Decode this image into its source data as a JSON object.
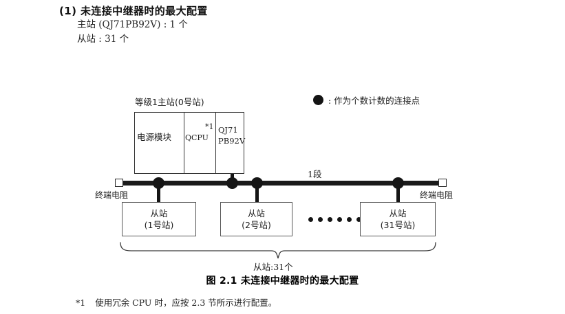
{
  "heading": {
    "title": "(1) 未连接中继器时的最大配置",
    "line1": "主站 (QJ71PB92V) : 1 个",
    "line2": "从站 : 31 个"
  },
  "legend": {
    "symbol": "filled-circle",
    "text": ": 作为个数计数的连接点"
  },
  "diagram": {
    "master_label": "等级1主站(0号站)",
    "rack": {
      "cells": [
        {
          "name": "power-supply-module",
          "label": "电源模块"
        },
        {
          "name": "qcpu-module",
          "label": "QCPU",
          "footnote_mark": "*1"
        },
        {
          "name": "pb92v-module",
          "label_line1": "QJ71",
          "label_line2": "PB92V"
        }
      ]
    },
    "segment_label": "1段",
    "terminator_left": "终端电阻",
    "terminator_right": "终端电阻",
    "slaves": [
      {
        "name": "slave-station-1",
        "line1": "从站",
        "line2": "(1号站)"
      },
      {
        "name": "slave-station-2",
        "line1": "从站",
        "line2": "(2号站)"
      },
      {
        "name": "slave-station-31",
        "line1": "从站",
        "line2": "(31号站)"
      }
    ],
    "ellipsis_dots": 6,
    "bracket_label": "从站:31个"
  },
  "caption": "图 2.1  未连接中继器时的最大配置",
  "footnote": {
    "mark": "*1",
    "text": "使用冗余 CPU 时，应按 2.3 节所示进行配置。"
  },
  "colors": {
    "ink": "#1a1a1a",
    "line": "#333333",
    "box_border": "#555555",
    "background": "#ffffff"
  }
}
